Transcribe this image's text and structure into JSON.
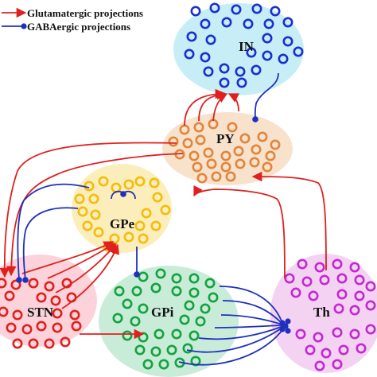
{
  "legend": {
    "glutamatergic": "Glutamatergic projections",
    "gabaergic": "GABAergic projections"
  },
  "colors": {
    "glutamatergic": "#e0201e",
    "gabaergic": "#1f2fbf"
  },
  "regions": [
    {
      "id": "IN",
      "label": "IN",
      "cell_color": "#1a2fd0",
      "fill": "#c7eef7"
    },
    {
      "id": "PY",
      "label": "PY",
      "cell_color": "#e0863c",
      "fill": "#f8e2cc"
    },
    {
      "id": "GPe",
      "label": "GPe",
      "cell_color": "#f3bd0c",
      "fill": "#fbeebb"
    },
    {
      "id": "STN",
      "label": "STN",
      "cell_color": "#e0201e",
      "fill": "#fcd3da"
    },
    {
      "id": "GPi",
      "label": "GPi",
      "cell_color": "#14a23f",
      "fill": "#c9ecd8"
    },
    {
      "id": "Th",
      "label": "Th",
      "cell_color": "#c12ad0",
      "fill": "#f4d3f2"
    }
  ]
}
